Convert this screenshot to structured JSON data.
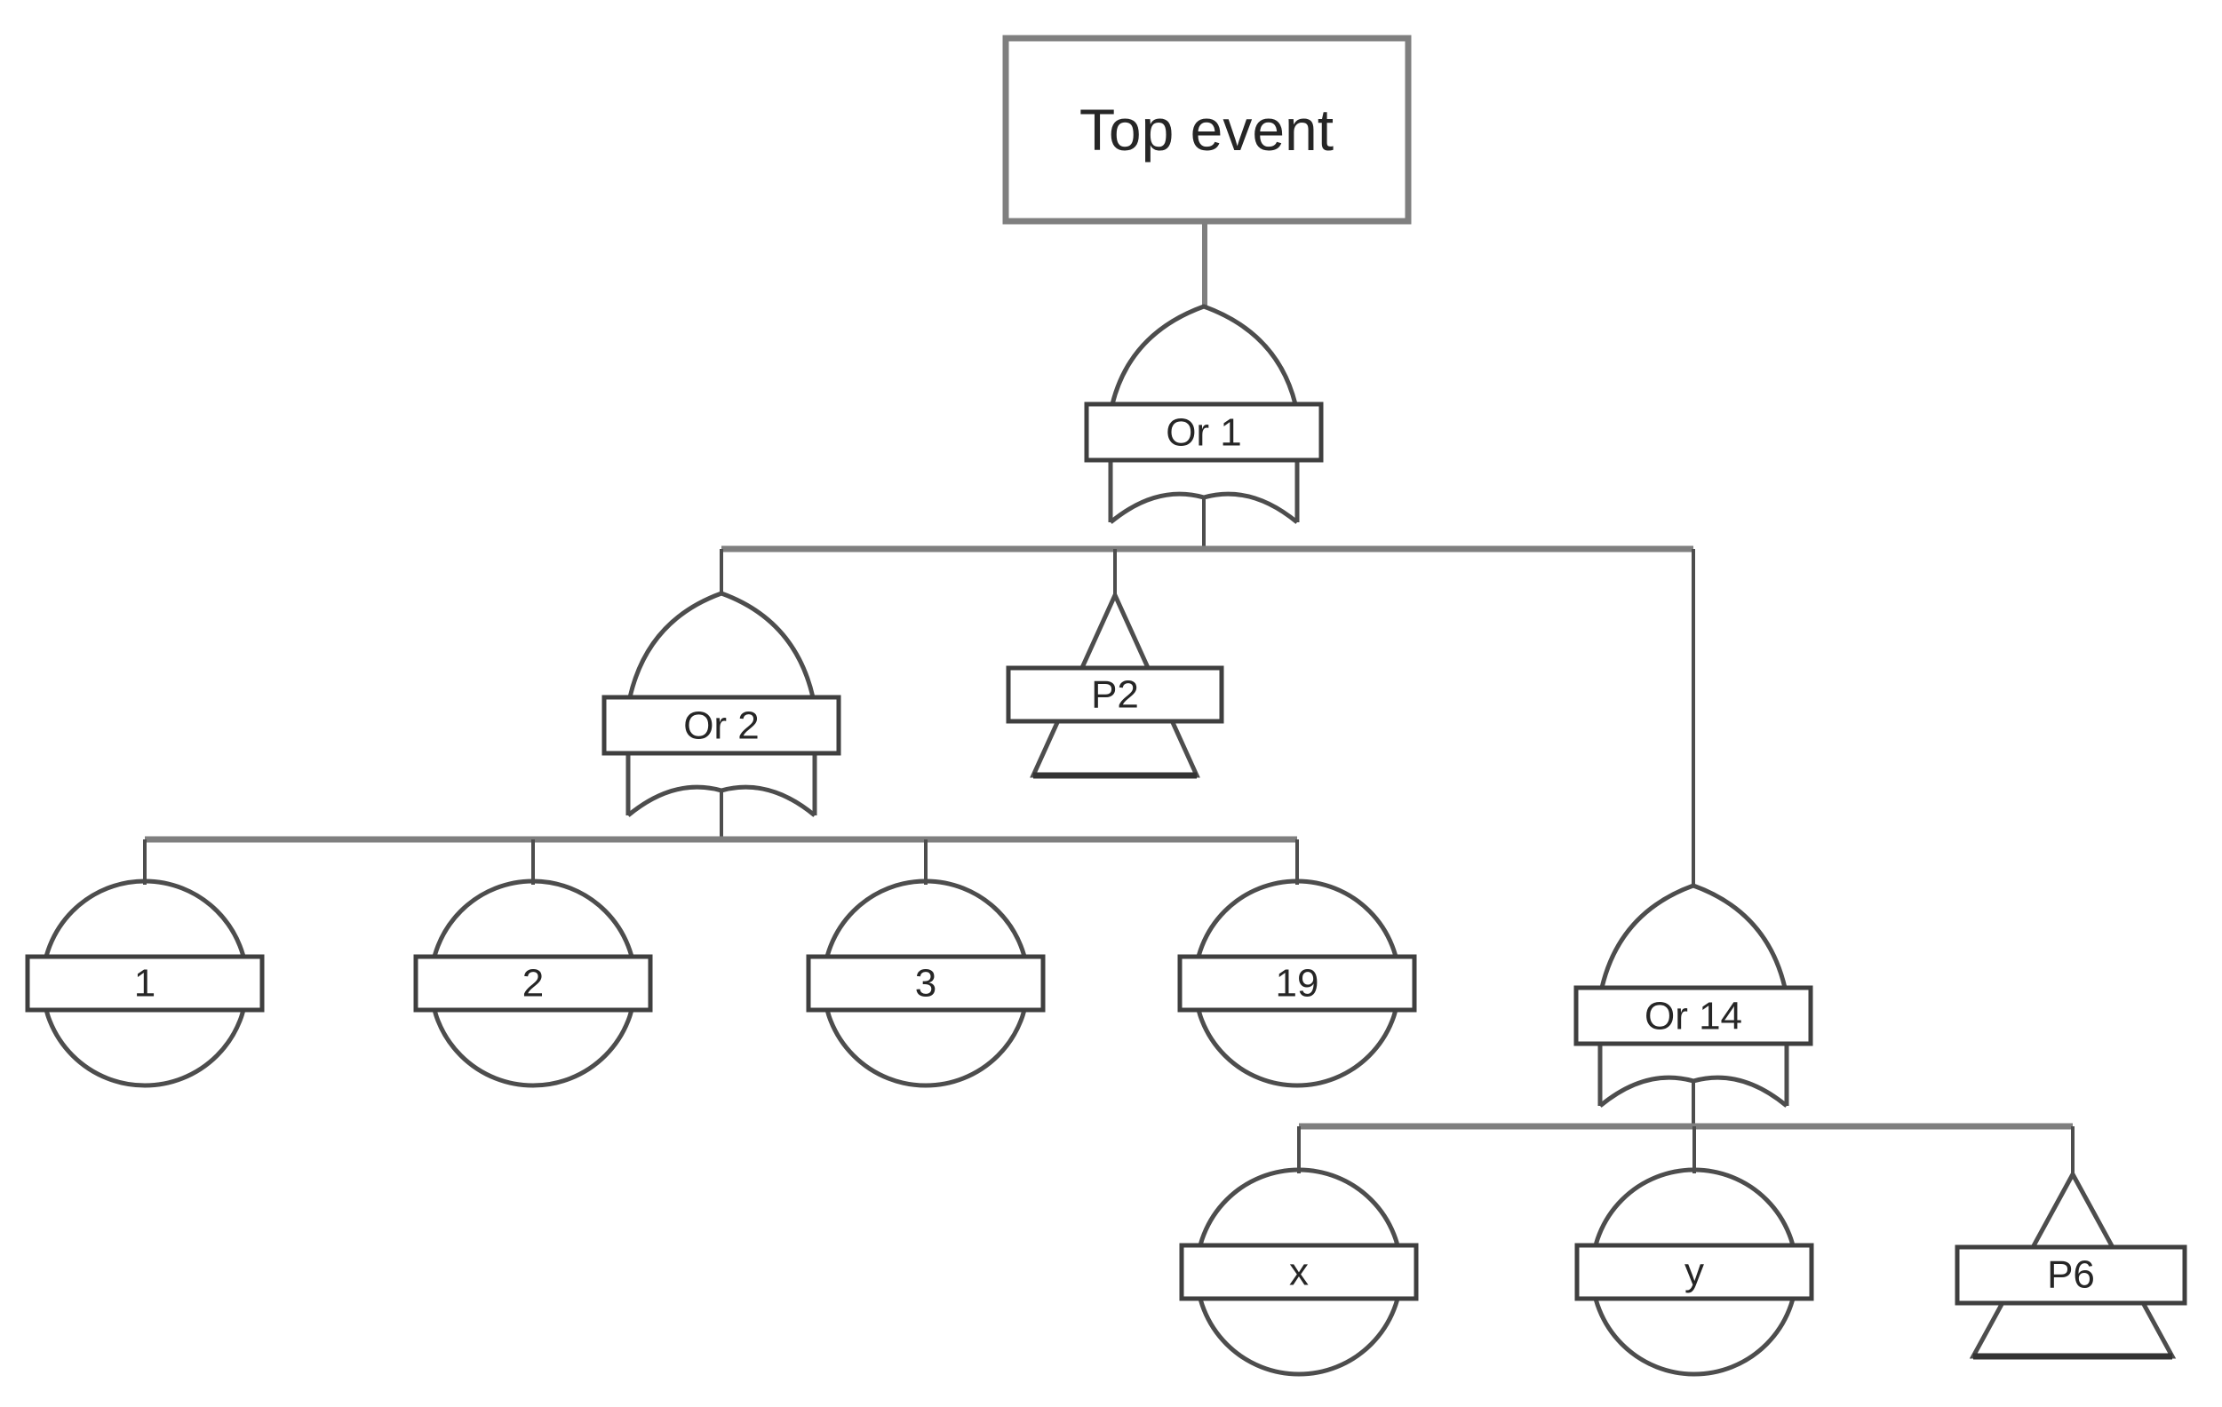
{
  "diagram": {
    "kind": "fault-tree",
    "background": "#ffffff"
  },
  "colors": {
    "connector_line": "#7f7f7f",
    "shape_outline": "#4d4d4d",
    "label_box_border": "#3f3f3f",
    "top_event_border": "#7f7f7f",
    "text": "#262626",
    "shape_fill": "#ffffff"
  },
  "nodes": {
    "top_event": {
      "label": "Top event",
      "type": "top-event-rectangle"
    },
    "or1": {
      "label": "Or 1",
      "type": "or-gate"
    },
    "or2": {
      "label": "Or 2",
      "type": "or-gate"
    },
    "p2": {
      "label": "P2",
      "type": "transfer-triangle"
    },
    "or14": {
      "label": "Or 14",
      "type": "or-gate"
    },
    "b1": {
      "label": "1",
      "type": "basic-event-circle"
    },
    "b2": {
      "label": "2",
      "type": "basic-event-circle"
    },
    "b3": {
      "label": "3",
      "type": "basic-event-circle"
    },
    "b19": {
      "label": "19",
      "type": "basic-event-circle"
    },
    "bx": {
      "label": "x",
      "type": "basic-event-circle"
    },
    "by": {
      "label": "y",
      "type": "basic-event-circle"
    },
    "p6": {
      "label": "P6",
      "type": "transfer-triangle"
    }
  },
  "edges": [
    {
      "from": "top_event",
      "to": "or1"
    },
    {
      "from": "or1",
      "to": "or2"
    },
    {
      "from": "or1",
      "to": "p2"
    },
    {
      "from": "or1",
      "to": "or14"
    },
    {
      "from": "or2",
      "to": "b1"
    },
    {
      "from": "or2",
      "to": "b2"
    },
    {
      "from": "or2",
      "to": "b3"
    },
    {
      "from": "or2",
      "to": "b19"
    },
    {
      "from": "or14",
      "to": "bx"
    },
    {
      "from": "or14",
      "to": "by"
    },
    {
      "from": "or14",
      "to": "p6"
    }
  ]
}
